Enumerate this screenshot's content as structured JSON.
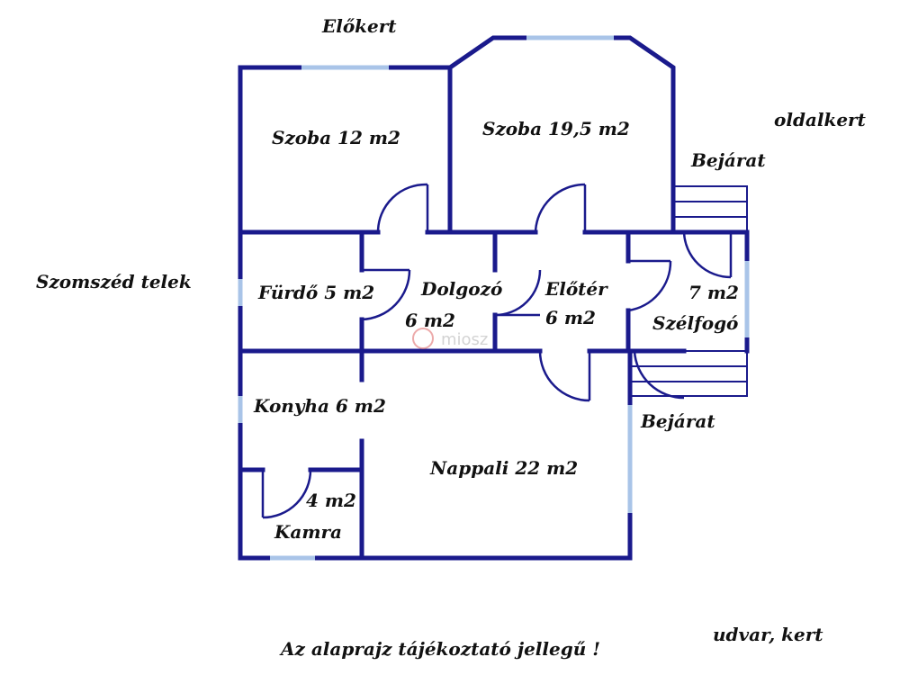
{
  "labels": {
    "front_garden": "Előkert",
    "side_garden": "oldalkert",
    "neighbor_plot": "Szomszéd telek",
    "yard": "udvar, kert",
    "disclaimer": "Az alaprajz tájékoztató jellegű !",
    "entrance_top": "Bejárat",
    "entrance_bottom": "Bejárat",
    "watermark": "miosz"
  },
  "rooms": {
    "room_small": "Szoba 12 m2",
    "room_large": "Szoba 19,5 m2",
    "bathroom": "Fürdő 5 m2",
    "study_name": "Dolgozó",
    "study_area": "6 m2",
    "hall_name": "Előtér",
    "hall_area": "6 m2",
    "vestibule_area": "7 m2",
    "vestibule_name": "Szélfogó",
    "kitchen": "Konyha 6 m2",
    "living": "Nappali 22 m2",
    "pantry_area": "4 m2",
    "pantry_name": "Kamra"
  },
  "colors": {
    "wall": "#1a1a8c",
    "window": "#a9c4e8"
  }
}
